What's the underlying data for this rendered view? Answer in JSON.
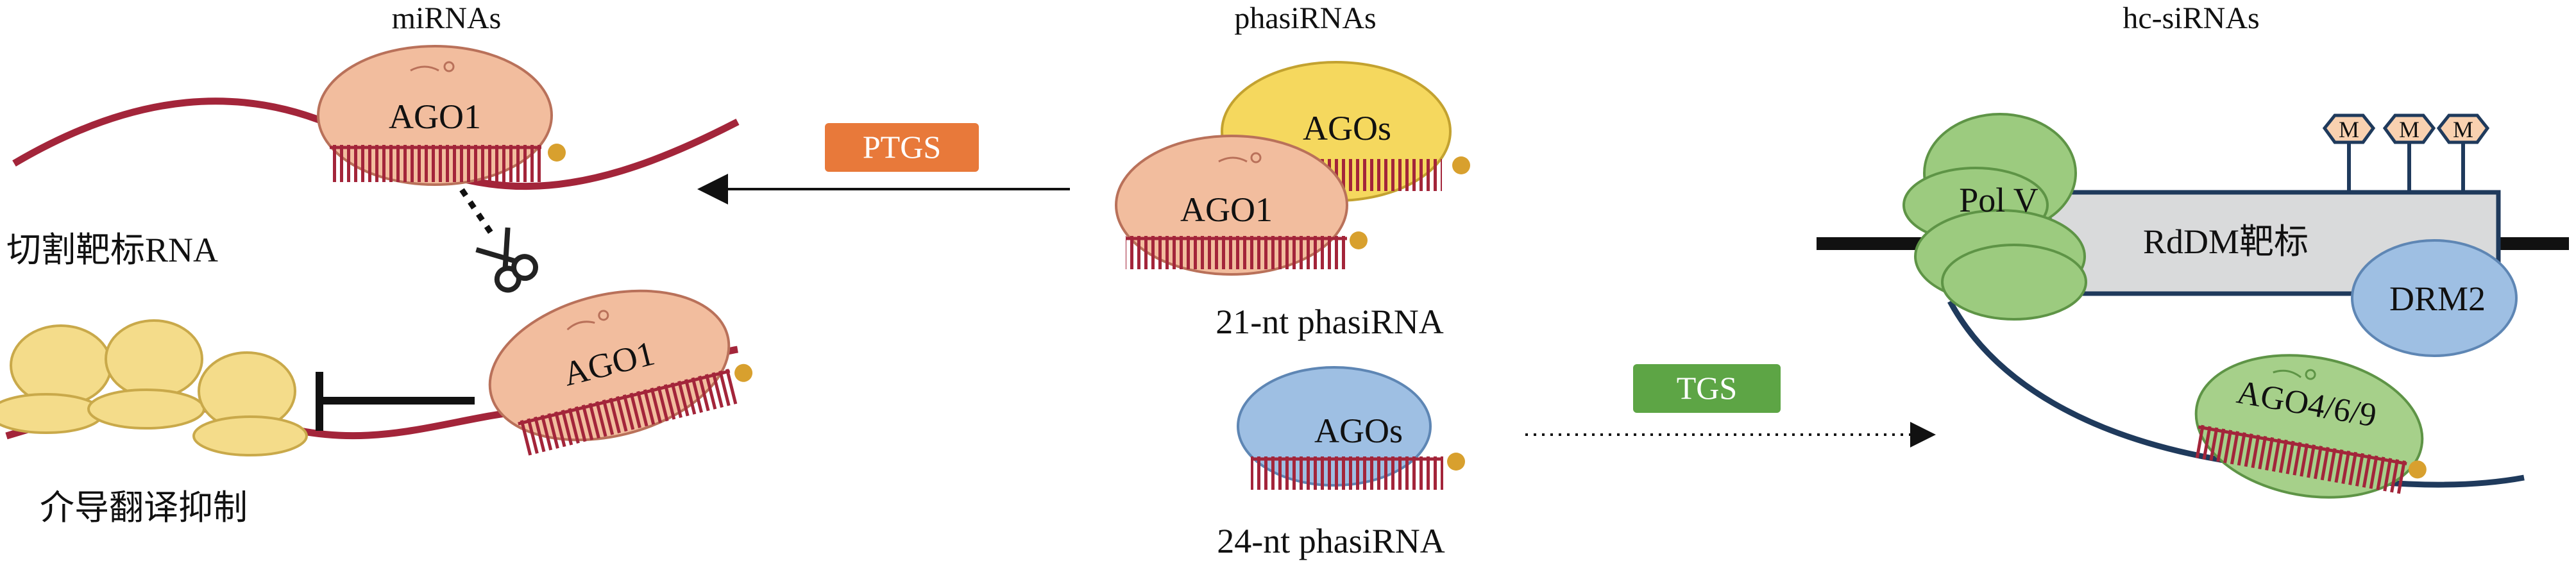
{
  "columns": {
    "mirna_title": "miRNAs",
    "phasirna_title": "phasiRNAs",
    "hcsirna_title": "hc-siRNAs"
  },
  "mirna": {
    "ago_top": "AGO1",
    "ago_bottom": "AGO1",
    "cleavage_label": "切割靶标RNA",
    "translation_label": "介导翻译抑制"
  },
  "pathways": {
    "ptgs": "PTGS",
    "tgs": "TGS"
  },
  "phasirna": {
    "ago_yellow": "AGOs",
    "ago_pink": "AGO1",
    "label_21": "21-nt phasiRNA",
    "ago_blue": "AGOs",
    "label_24": "24-nt phasiRNA"
  },
  "hcsirna": {
    "pol_v": "Pol V",
    "rddm_target": "RdDM靶标",
    "drm2": "DRM2",
    "ago469": "AGO4/6/9",
    "methyl_marks": [
      "M",
      "M",
      "M"
    ]
  },
  "colors": {
    "rna_red": "#a3253a",
    "ago_pink": "#f2bd9e",
    "ago_yellow": "#f5d85e",
    "ago_blue": "#9ebfe3",
    "ago_green": "#a6d08a",
    "polv_green": "#9ccb7f",
    "dna_navy": "#1f3a5c",
    "ptgs_orange": "#e8793a",
    "tgs_green": "#5da545",
    "ribosome_yellow": "#f4dc8a",
    "methyl_fill": "#f9d1b0",
    "rddm_gray": "#d9dadb"
  }
}
